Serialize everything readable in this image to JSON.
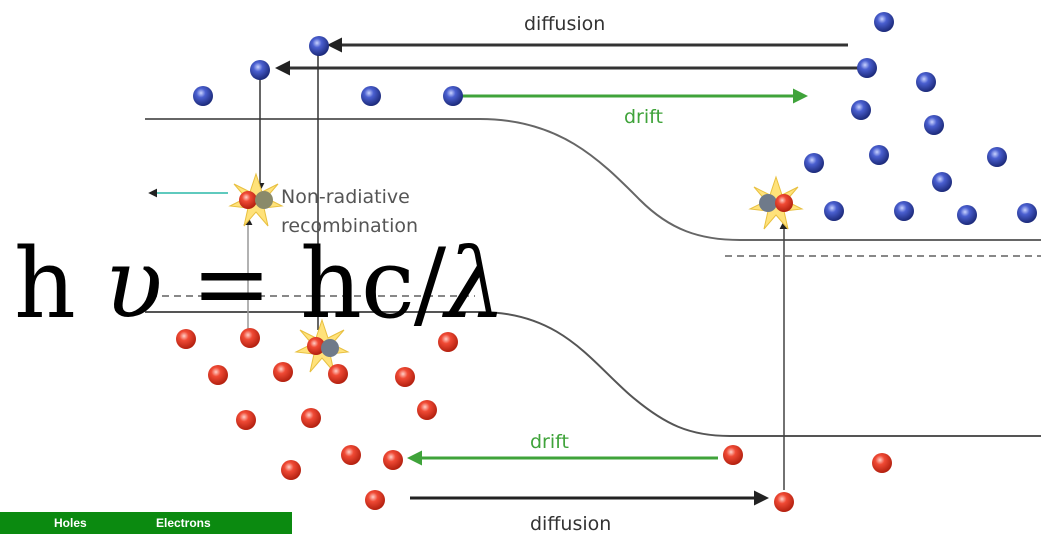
{
  "labels": {
    "diffusion_top": "diffusion",
    "drift_top": "drift",
    "drift_bottom": "drift",
    "diffusion_bottom": "diffusion",
    "recombination_line1": "Non-radiative",
    "recombination_line2": "recombination"
  },
  "formula": {
    "left": "h ",
    "nu": "υ",
    "middle": " = hc/",
    "lambda": "λ"
  },
  "legend": {
    "holes": "Holes",
    "electrons": "Electrons"
  },
  "colors": {
    "electron": "#2b3f9e",
    "hole": "#e0382a",
    "drift_arrow": "#3fa33a",
    "diffusion_arrow": "#333333",
    "band_line": "#555555",
    "photon_arrow": "#2ab8a8",
    "legend_bg": "#0b8a10"
  }
}
